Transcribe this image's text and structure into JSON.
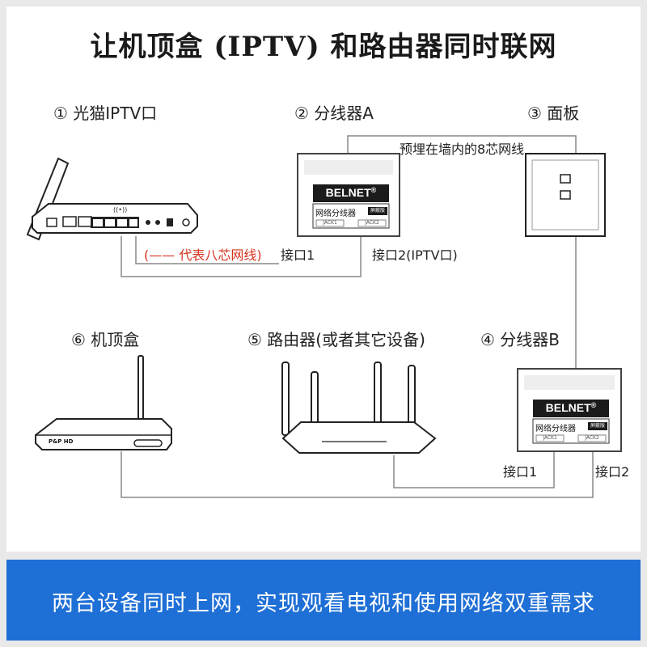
{
  "title": "让机顶盒 (IPTV) 和路由器同时联网",
  "labels": {
    "onu": "① 光猫IPTV口",
    "splitter_a": "② 分线器A",
    "panel": "③ 面板",
    "settop": "⑥ 机顶盒",
    "router": "⑤ 路由器(或者其它设备)",
    "splitter_b": "④ 分线器B"
  },
  "wire_labels": {
    "preburied": "预埋在墙内的8芯网线",
    "legend": "(—— 代表八芯网线)",
    "a_port1": "接口1",
    "a_port2": "接口2(IPTV口)",
    "b_port1": "接口1",
    "b_port2": "接口2"
  },
  "splitter": {
    "brand": "BELNET",
    "reg_mark": "®",
    "model": "网络分线器",
    "badge": "屏蔽版",
    "jack1": "JACK1",
    "jack2": "JACK2"
  },
  "settop_brand": "P&P HD",
  "banner": "两台设备同时上网，实现观看电视和使用网络双重需求",
  "colors": {
    "wire": "#888888",
    "banner": "#1e6fd6",
    "accent_red": "#d6321e"
  }
}
